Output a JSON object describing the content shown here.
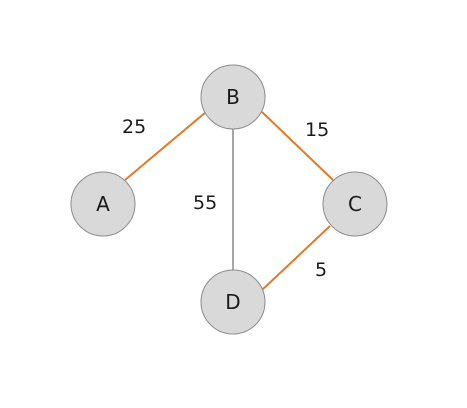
{
  "graph": {
    "node_fill": "#d9d9d9",
    "node_stroke": "#8c8c8c",
    "nodes": [
      {
        "id": "A",
        "label": "A"
      },
      {
        "id": "B",
        "label": "B"
      },
      {
        "id": "C",
        "label": "C"
      },
      {
        "id": "D",
        "label": "D"
      }
    ],
    "edges": [
      {
        "from": "A",
        "to": "B",
        "weight": "25",
        "color": "#e07b2a"
      },
      {
        "from": "B",
        "to": "C",
        "weight": "15",
        "color": "#e07b2a"
      },
      {
        "from": "C",
        "to": "D",
        "weight": "5",
        "color": "#e07b2a"
      },
      {
        "from": "B",
        "to": "D",
        "weight": "55",
        "color": "#a6a6a6"
      }
    ]
  }
}
